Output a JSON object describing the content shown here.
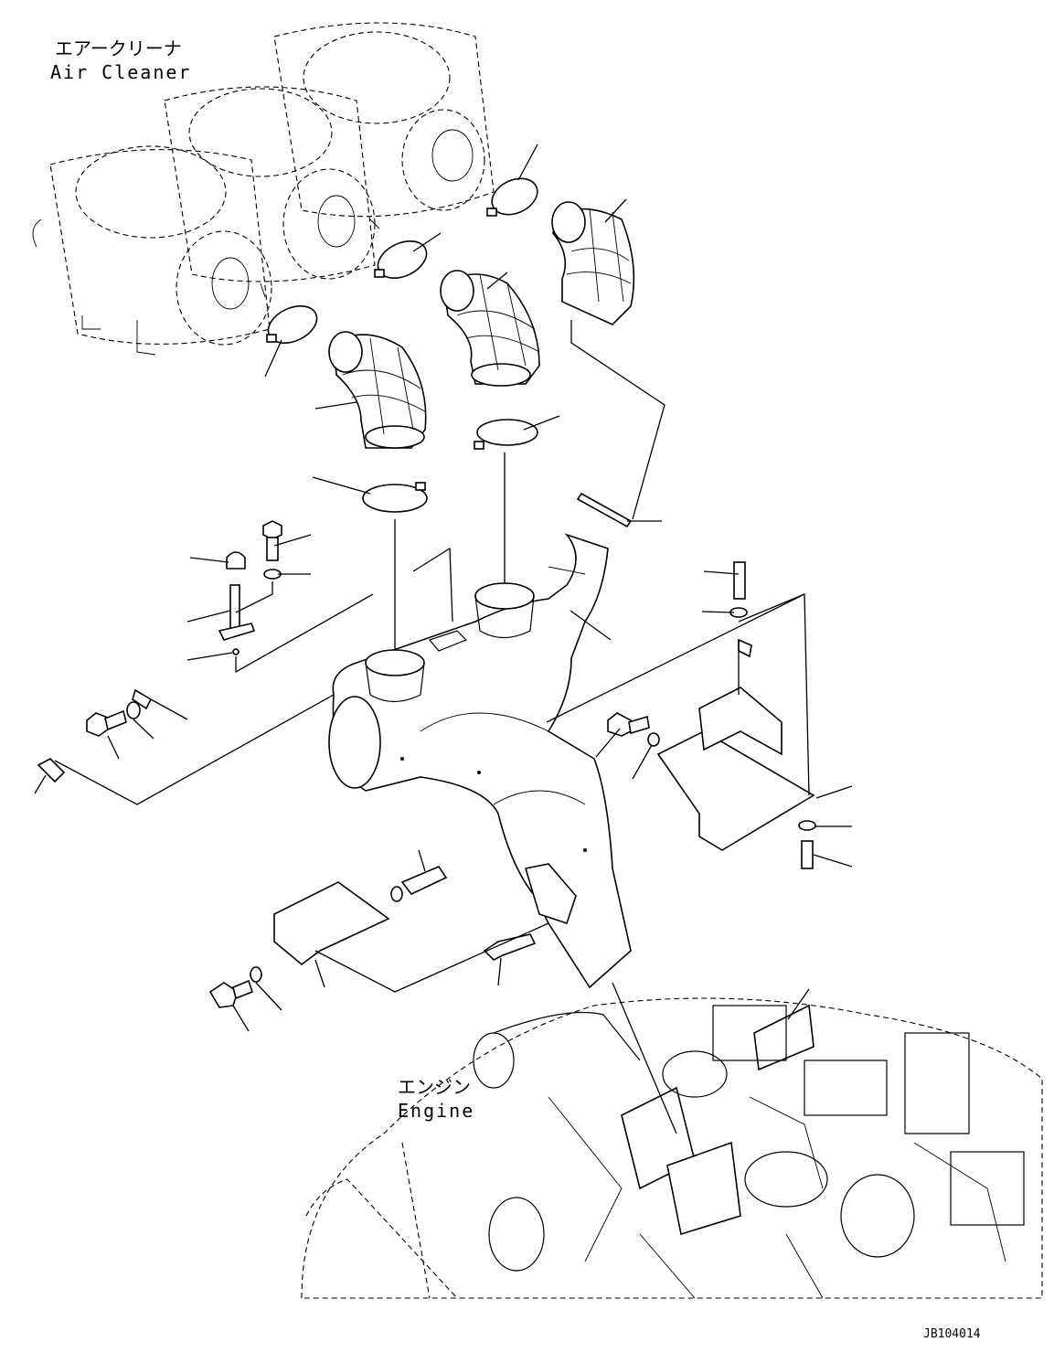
{
  "labels": {
    "air_cleaner_jp": "エアークリーナ",
    "air_cleaner_en": "Air Cleaner",
    "engine_jp": "エンジン",
    "engine_en": "Engine",
    "drawing_code": "JB104014"
  }
}
